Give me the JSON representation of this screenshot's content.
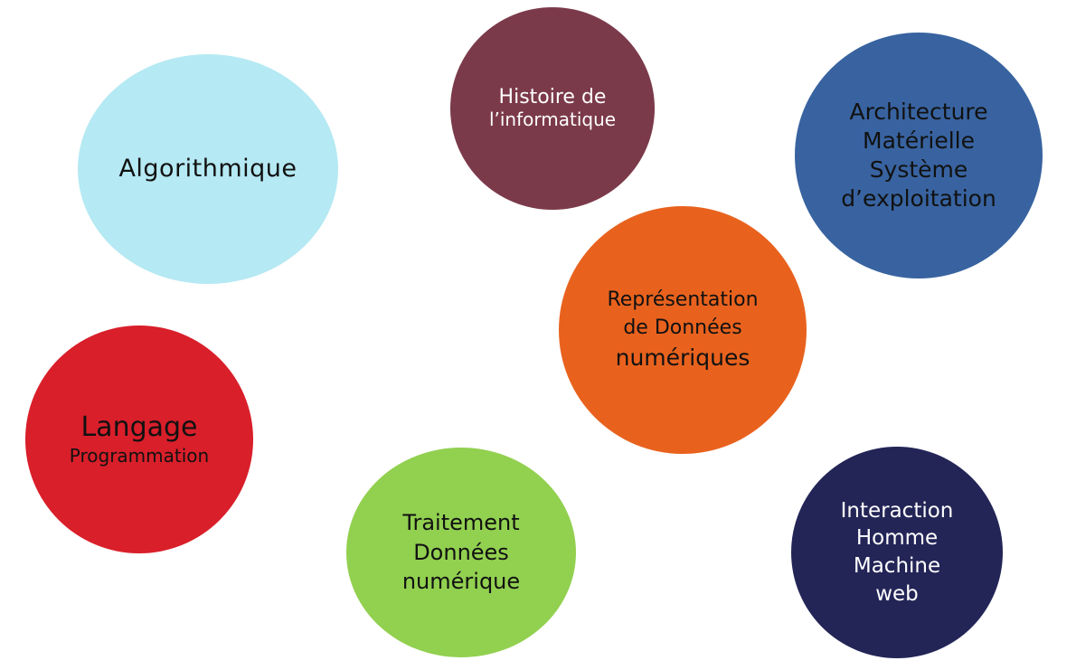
{
  "diagram": {
    "bubbles": {
      "algorithmique": {
        "lines": [
          "Algorithmique"
        ],
        "color": "#b5e9f3"
      },
      "histoire": {
        "lines": [
          "Histoire de",
          "l’informatique"
        ],
        "color": "#7b3a4a"
      },
      "architecture": {
        "lines": [
          "Architecture",
          "Matérielle",
          "Système",
          "d’exploitation"
        ],
        "color": "#3863a0"
      },
      "representation": {
        "lines": [
          "Représentation",
          "de Données",
          "numériques"
        ],
        "color": "#e8621e"
      },
      "langage": {
        "lines": [
          "Langage",
          "Programmation"
        ],
        "color": "#d91f2a"
      },
      "traitement": {
        "lines": [
          "Traitement",
          "Données",
          "numérique"
        ],
        "color": "#92d050"
      },
      "interaction": {
        "lines": [
          "Interaction",
          "Homme",
          "Machine",
          "web"
        ],
        "color": "#232557"
      }
    }
  }
}
